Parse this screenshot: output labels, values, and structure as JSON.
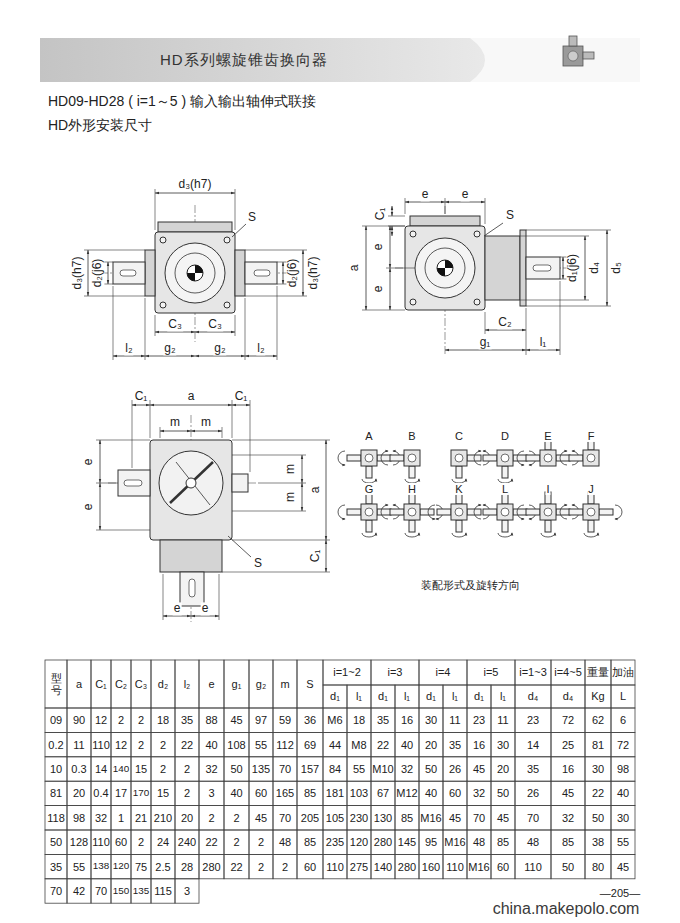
{
  "diagram": {
    "title": "HD系列螺旋锥齿换向器",
    "labels": [
      "HD09-HD28 ( i=1～5 ) 输入输出轴伸式联接",
      "HD外形安装尺寸",
      "d₃(h7)",
      "S",
      "d₃(h7)",
      "d₂(j6)",
      "d₂(j6)",
      "d₃(h7)",
      "C₃",
      "C₃",
      "l₂",
      "g₂",
      "g₂",
      "l₂",
      "C₁",
      "e",
      "e",
      "S",
      "a",
      "e",
      "e",
      "d₁(j6)",
      "d₄",
      "d₅",
      "C₂",
      "g₁",
      "l₁",
      "C₁",
      "a",
      "C₁",
      "m",
      "m",
      "e",
      "e",
      "m",
      "m",
      "a",
      "C₁",
      "S",
      "e",
      "e",
      "A",
      "B",
      "C",
      "D",
      "E",
      "F",
      "G",
      "H",
      "K",
      "L",
      "I",
      "J",
      "装配形式及旋转方向",
      "型号",
      "a",
      "C₁",
      "C₂",
      "C₃",
      "d₂",
      "l₂",
      "e",
      "g₁",
      "g₂",
      "m",
      "S",
      "i=1~2",
      "i=3",
      "i=4",
      "i=5",
      "i=1~3",
      "i=4~5",
      "重量",
      "加油",
      "d₁",
      "l₁",
      "d₁",
      "l₁",
      "d₁",
      "l₁",
      "d₁",
      "l₁",
      "d₄",
      "d₄",
      "Kg",
      "L",
      "09",
      "90",
      "12",
      "2",
      "2",
      "18",
      "35",
      "88",
      "45",
      "97",
      "59",
      "36",
      "M6",
      "18",
      "35",
      "16",
      "30",
      "11",
      "23",
      "11",
      "23",
      "72",
      "62",
      "6",
      "0.2",
      "11",
      "110",
      "12",
      "2",
      "2",
      "22",
      "40",
      "108",
      "55",
      "112",
      "69",
      "44",
      "M8",
      "22",
      "40",
      "20",
      "35",
      "16",
      "30",
      "14",
      "25",
      "81",
      "72",
      "10",
      "0.3",
      "14",
      "140",
      "15",
      "2",
      "2",
      "32",
      "50",
      "135",
      "70",
      "157",
      "84",
      "55",
      "M10",
      "32",
      "50",
      "26",
      "45",
      "20",
      "35",
      "16",
      "30",
      "98",
      "81",
      "20",
      "0.4",
      "17",
      "170",
      "15",
      "2",
      "3",
      "40",
      "60",
      "165",
      "85",
      "181",
      "103",
      "67",
      "M12",
      "40",
      "60",
      "32",
      "50",
      "26",
      "45",
      "22",
      "40",
      "118",
      "98",
      "32",
      "1",
      "21",
      "210",
      "20",
      "2",
      "2",
      "45",
      "70",
      "205",
      "105",
      "230",
      "130",
      "85",
      "M16",
      "45",
      "70",
      "45",
      "70",
      "32",
      "50",
      "30",
      "50",
      "128",
      "110",
      "60",
      "2",
      "24",
      "240",
      "22",
      "2",
      "2",
      "48",
      "85",
      "235",
      "120",
      "280",
      "145",
      "95",
      "M16",
      "48",
      "85",
      "48",
      "85",
      "38",
      "55",
      "35",
      "55",
      "138",
      "120",
      "75",
      "2.5",
      "28",
      "280",
      "22",
      "2",
      "2",
      "60",
      "110",
      "275",
      "140",
      "280",
      "160",
      "110",
      "M16",
      "60",
      "110",
      "50",
      "80",
      "45",
      "70",
      "42",
      "70",
      "150",
      "135",
      "115",
      "3",
      "—205—",
      "china.makepolo.com"
    ]
  }
}
